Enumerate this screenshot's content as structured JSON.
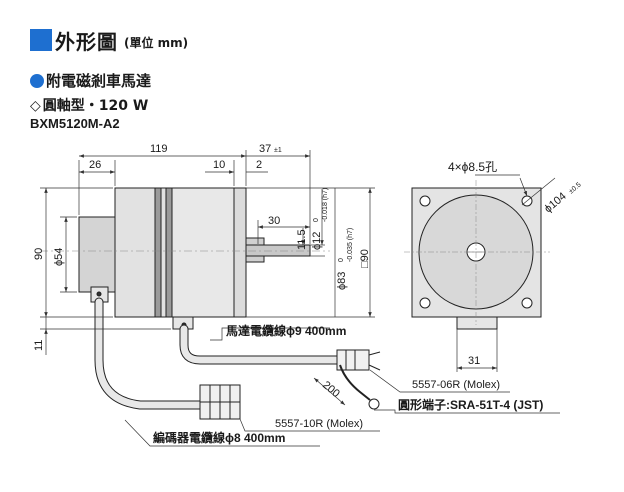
{
  "header": {
    "title": "外形圖",
    "unit": "(單位 mm)"
  },
  "section": {
    "title": "附電磁剎車馬達"
  },
  "spec": {
    "shaft_type": "圓軸型・120 W"
  },
  "model": {
    "name": "BXM5120M-A2"
  },
  "dims": {
    "total_len": "119",
    "d37": "37",
    "d37_tol": "±1",
    "d26": "26",
    "d10": "10",
    "d2": "2",
    "d30": "30",
    "d115": "11.5",
    "d12": "ϕ12",
    "d12_tol_up": "0",
    "d12_tol_dn": "-0.018 (h7)",
    "d83": "ϕ83",
    "d83_tol_up": "0",
    "d83_tol_dn": "-0.035 (h7)",
    "sq90": "□90",
    "d90": "90",
    "d54": "ϕ54",
    "d11": "11",
    "holes": "4×ϕ8.5孔",
    "pcd": "ϕ104",
    "pcd_tol": "±0.5",
    "d31": "31",
    "d200": "200"
  },
  "labels": {
    "motor_cable": "馬達電纜線ϕ9  400mm",
    "conn_motor": "5557-06R (Molex)",
    "terminal": "圓形端子:SRA-51T-4 (JST)",
    "conn_encoder": "5557-10R (Molex)",
    "encoder_cable": "編碼器電纜線ϕ8  400mm"
  }
}
